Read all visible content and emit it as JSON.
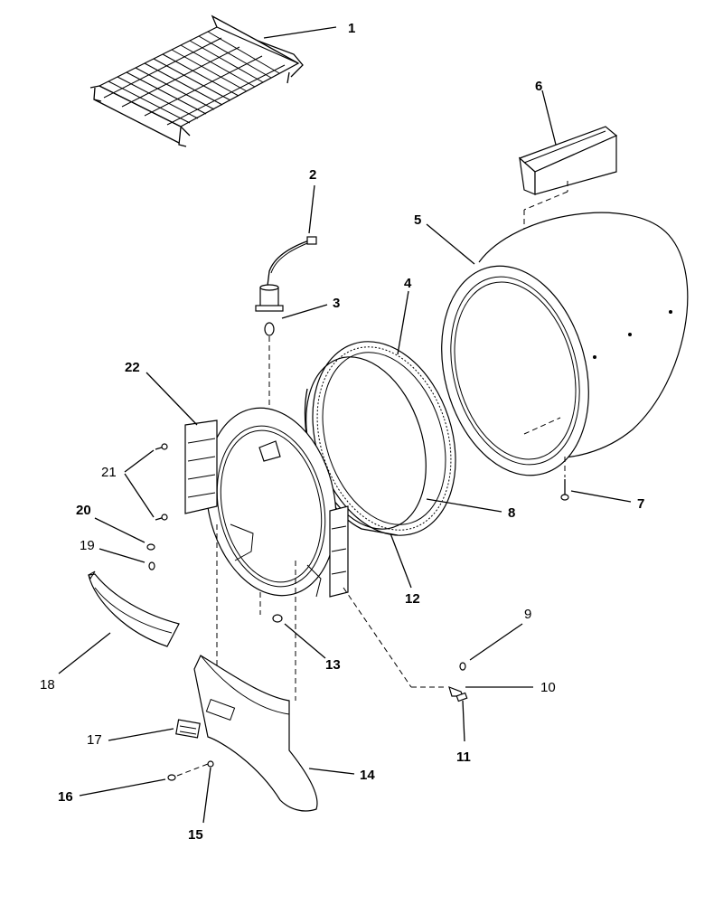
{
  "header_fragment": "",
  "caption": "",
  "callouts": [
    {
      "id": "1",
      "text": "1"
    },
    {
      "id": "2",
      "text": "2"
    },
    {
      "id": "3",
      "text": "3"
    },
    {
      "id": "4",
      "text": "4"
    },
    {
      "id": "5",
      "text": "5"
    },
    {
      "id": "6",
      "text": "6"
    },
    {
      "id": "7",
      "text": "7"
    },
    {
      "id": "8",
      "text": "8"
    },
    {
      "id": "9",
      "text": "9"
    },
    {
      "id": "10",
      "text": "10"
    },
    {
      "id": "11",
      "text": "11"
    },
    {
      "id": "12",
      "text": "12"
    },
    {
      "id": "13",
      "text": "13"
    },
    {
      "id": "14",
      "text": "14"
    },
    {
      "id": "15",
      "text": "15"
    },
    {
      "id": "16",
      "text": "16"
    },
    {
      "id": "17",
      "text": "17"
    },
    {
      "id": "18",
      "text": "18"
    },
    {
      "id": "19",
      "text": "19"
    },
    {
      "id": "20",
      "text": "20"
    },
    {
      "id": "21",
      "text": "21"
    },
    {
      "id": "22",
      "text": "22"
    }
  ]
}
